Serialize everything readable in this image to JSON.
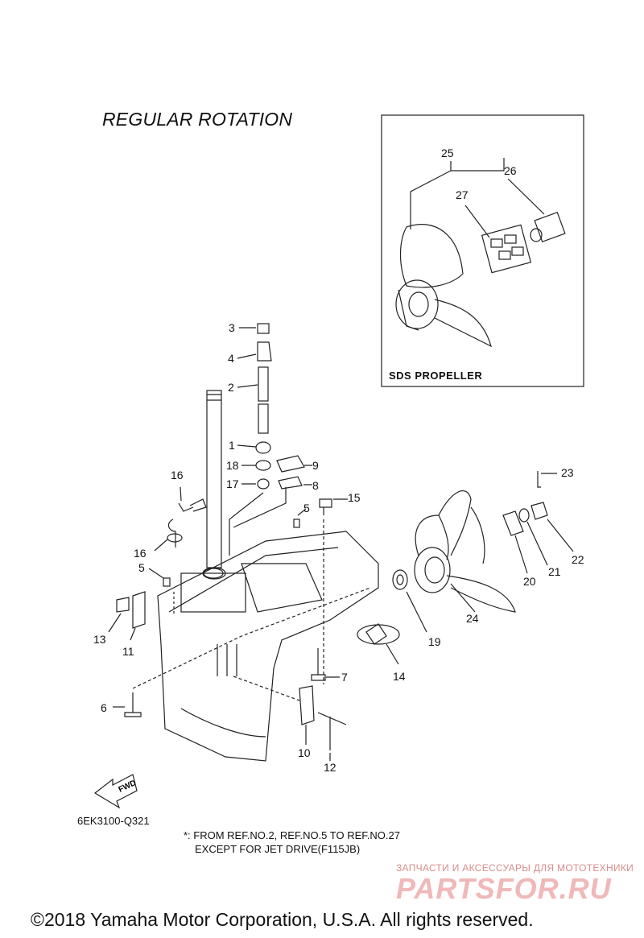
{
  "title": "REGULAR ROTATION",
  "inset_label": "SDS PROPELLER",
  "drawing_code": "6EK3100-Q321",
  "note_line1": "*: FROM REF.NO.2, REF.NO.5 TO REF.NO.27",
  "note_line2": "EXCEPT FOR JET DRIVE(F115JB)",
  "fwd_label": "FWD",
  "watermark_small": "ЗАПЧАСТИ И АКСЕССУАРЫ ДЛЯ МОТОТЕХНИКИ",
  "watermark_big": "PARTSFOR.RU",
  "copyright": "©2018 Yamaha Motor Corporation, U.S.A. All rights reserved.",
  "callouts": {
    "c1": "1",
    "c2": "2",
    "c3": "3",
    "c4": "4",
    "c5a": "5",
    "c5b": "5",
    "c6": "6",
    "c7": "7",
    "c8": "8",
    "c9": "9",
    "c10": "10",
    "c11": "11",
    "c12": "12",
    "c13": "13",
    "c14": "14",
    "c15": "15",
    "c16a": "16",
    "c16b": "16",
    "c17": "17",
    "c18": "18",
    "c19": "19",
    "c20": "20",
    "c21": "21",
    "c22": "22",
    "c23": "23",
    "c24": "24",
    "c25": "25",
    "c26": "26",
    "c27": "27"
  },
  "colors": {
    "line": "#222222",
    "watermark": "#e8a0a0"
  }
}
